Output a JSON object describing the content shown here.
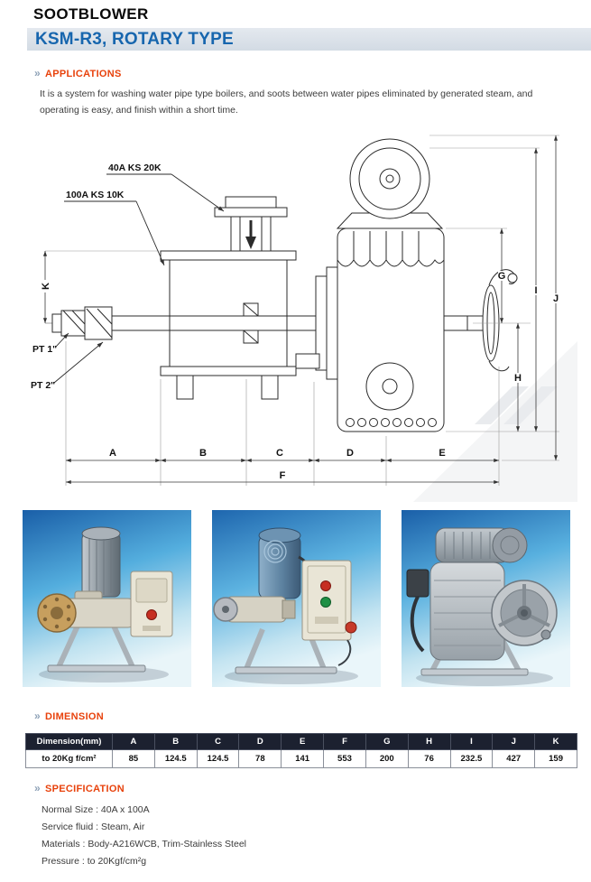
{
  "page": {
    "title": "SOOTBLOWER",
    "model": "KSM-R3, ROTARY TYPE"
  },
  "icons": {
    "section_marker": "»"
  },
  "colors": {
    "accent_red": "#e8420c",
    "model_blue": "#1766ae",
    "banner_bg": "#d9e0e8",
    "table_header_bg": "#1c2130"
  },
  "applications": {
    "heading": "APPLICATIONS",
    "body": "It is a system for washing water pipe type boilers, and soots between water pipes eliminated by generated steam, and operating is easy, and finish within a short time."
  },
  "drawing": {
    "label_flange_top": "40A KS 20K",
    "label_flange_side": "100A KS 10K",
    "label_pt1": "PT 1\"",
    "label_pt2": "PT 2\"",
    "dim_a": "A",
    "dim_b": "B",
    "dim_c": "C",
    "dim_d": "D",
    "dim_e": "E",
    "dim_f": "F",
    "dim_g": "G",
    "dim_h": "H",
    "dim_i": "I",
    "dim_j": "J",
    "dim_k": "K"
  },
  "dimension": {
    "heading": "DIMENSION",
    "table": {
      "headers": [
        "Dimension(mm)",
        "A",
        "B",
        "C",
        "D",
        "E",
        "F",
        "G",
        "H",
        "I",
        "J",
        "K"
      ],
      "row_label": "to 20Kg f/cm²",
      "values": [
        "85",
        "124.5",
        "124.5",
        "78",
        "141",
        "553",
        "200",
        "76",
        "232.5",
        "427",
        "159"
      ]
    }
  },
  "specification": {
    "heading": "SPECIFICATION",
    "items": [
      "Normal Size : 40A x 100A",
      "Service fluid : Steam, Air",
      "Materials : Body-A216WCB, Trim-Stainless Steel",
      "Pressure : to 20Kgf/cm²g"
    ]
  }
}
